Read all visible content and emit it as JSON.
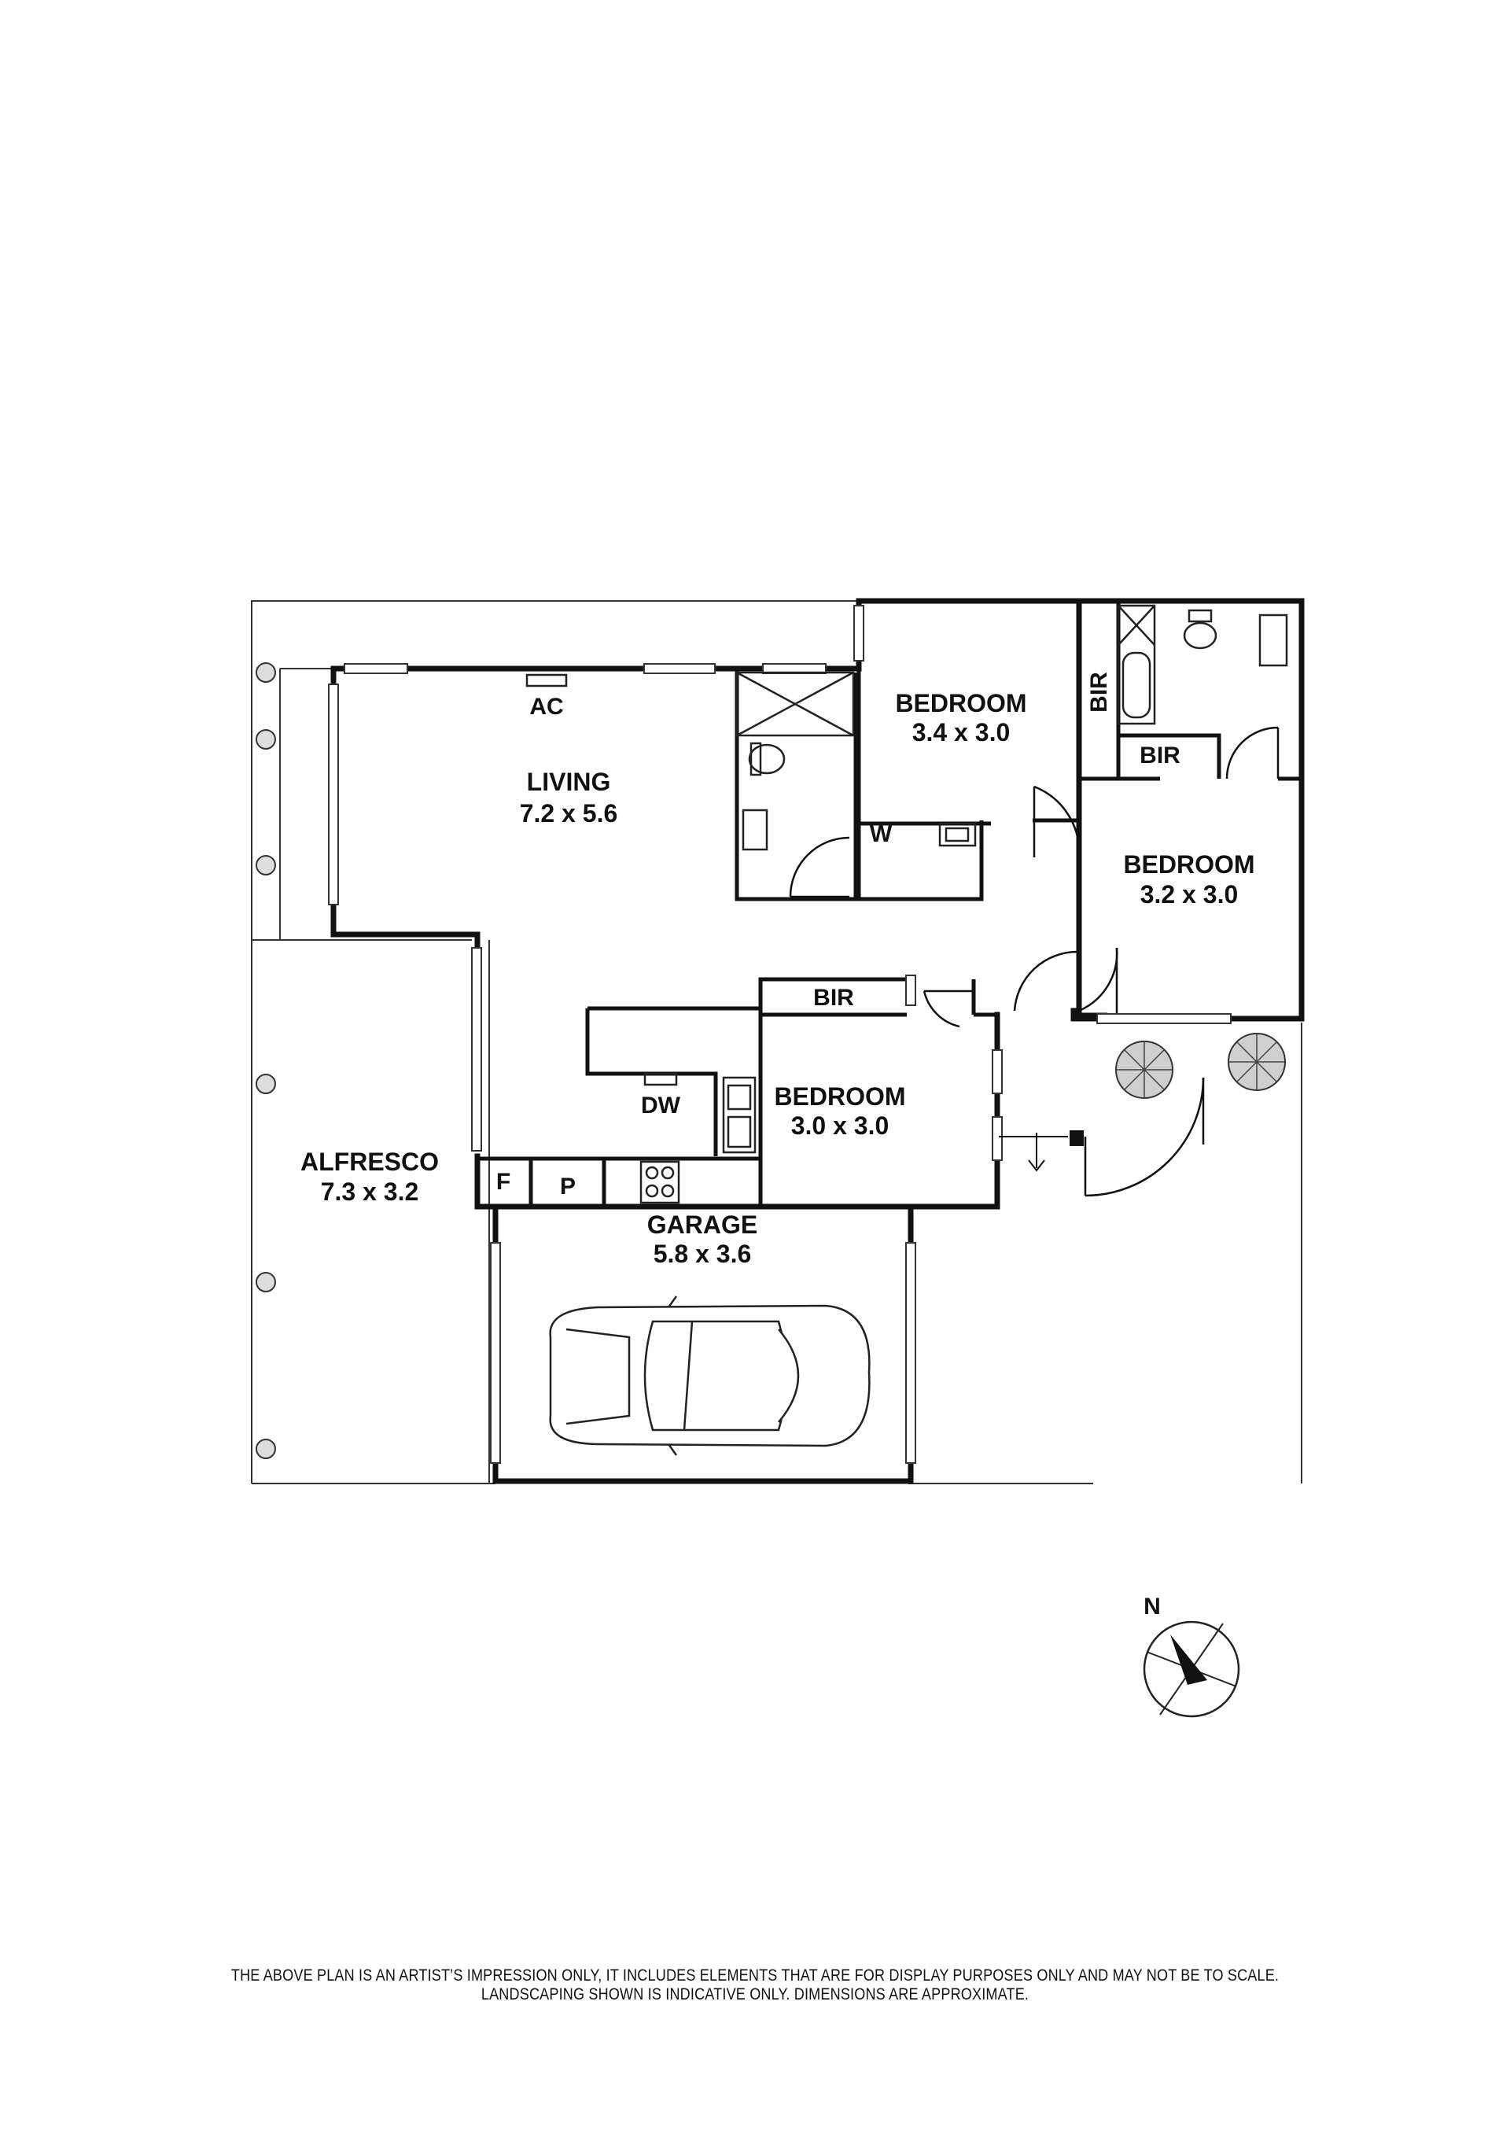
{
  "rooms": {
    "living": {
      "name": "LIVING",
      "size": "7.2 x 5.6"
    },
    "bedroom1": {
      "name": "BEDROOM",
      "size": "3.4 x 3.0"
    },
    "bedroom2": {
      "name": "BEDROOM",
      "size": "3.2 x 3.0"
    },
    "bedroom3": {
      "name": "BEDROOM",
      "size": "3.0 x 3.0"
    },
    "alfresco": {
      "name": "ALFRESCO",
      "size": "7.3 x 3.2"
    },
    "garage": {
      "name": "GARAGE",
      "size": "5.8 x 3.6"
    }
  },
  "labels": {
    "ac": "AC",
    "dw": "DW",
    "fridge": "F",
    "pantry": "P",
    "laundry": "W",
    "bir_bed1_side": "BIR",
    "bir_bed2": "BIR",
    "bir_bed3": "BIR"
  },
  "compass": {
    "north_label": "N",
    "icon": "north-arrow-icon"
  },
  "disclaimer": {
    "line1": "THE ABOVE PLAN IS AN ARTIST’S IMPRESSION ONLY, IT INCLUDES ELEMENTS THAT ARE FOR DISPLAY PURPOSES ONLY AND MAY NOT BE TO SCALE.",
    "line2": "LANDSCAPING SHOWN IS INDICATIVE ONLY. DIMENSIONS ARE APPROXIMATE."
  },
  "colors": {
    "wall": "#111111",
    "line": "#333333",
    "background": "#ffffff"
  }
}
